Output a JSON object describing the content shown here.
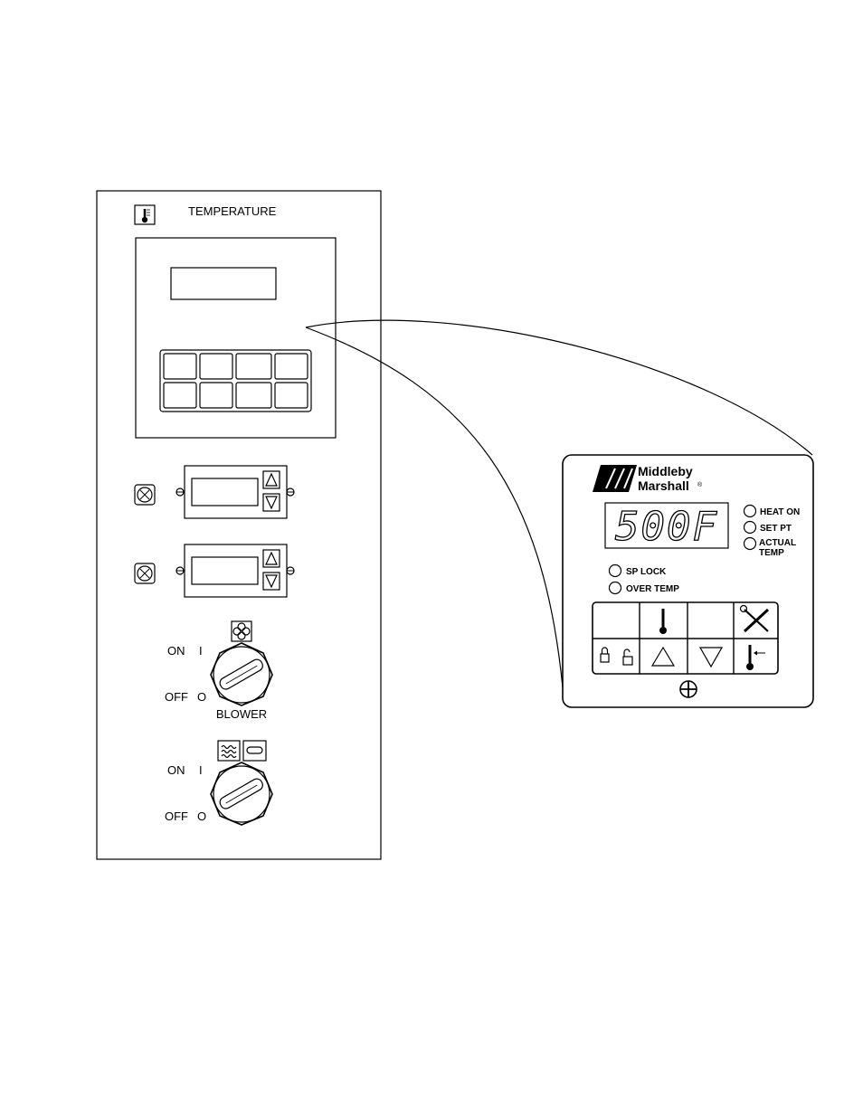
{
  "panel": {
    "temperature_label": "TEMPERATURE",
    "blower_switch": {
      "on_label": "ON",
      "on_symbol": "I",
      "off_label": "OFF",
      "off_symbol": "O",
      "caption": "BLOWER"
    },
    "conveyor_switch": {
      "on_label": "ON",
      "on_symbol": "I",
      "off_label": "OFF",
      "off_symbol": "O"
    },
    "icons": [
      "thermometer-icon",
      "conveyor-speed-icon",
      "fan-icon",
      "heat-icon",
      "conveyor-icon"
    ]
  },
  "controller": {
    "brand_line1": "Middleby",
    "brand_line2": "Marshall",
    "registered_mark": "®",
    "display_value": "500F",
    "indicators": {
      "heat_on": "HEAT ON",
      "set_pt": "SET PT",
      "actual_line1": "ACTUAL",
      "actual_line2": "TEMP",
      "sp_lock": "SP LOCK",
      "over_temp": "OVER TEMP"
    },
    "keys": [
      "blank-key",
      "thermometer-key",
      "blank-key",
      "service-key",
      "lock-unlock-key",
      "up-arrow-key",
      "down-arrow-key",
      "set-temp-key"
    ],
    "bottom_symbol": "plus-circle-icon"
  }
}
